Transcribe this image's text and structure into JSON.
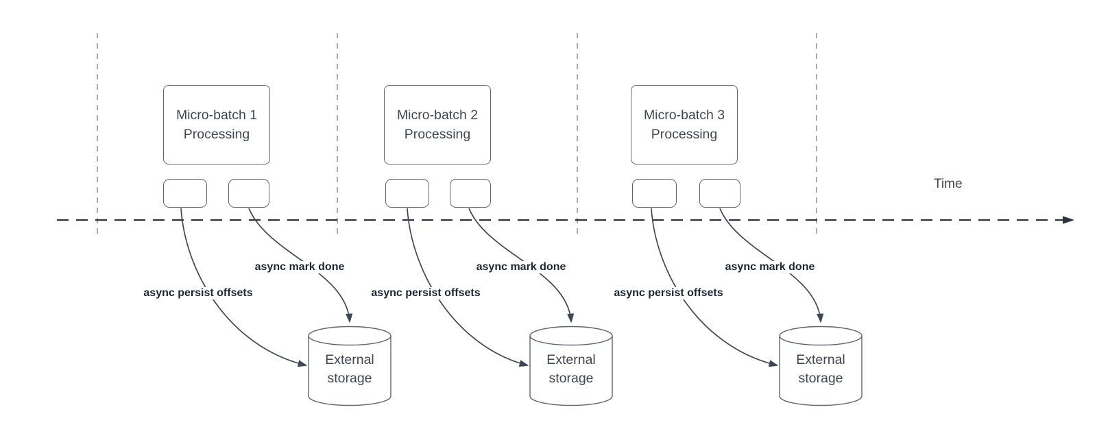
{
  "diagram": {
    "background": "#ffffff",
    "time_axis": {
      "label": "Time"
    },
    "groups": [
      {
        "process_label": "Micro-batch 1\nProcessing",
        "persist_arrow_label": "async persist offsets",
        "done_arrow_label": "async mark done",
        "storage_label": "External\nstorage"
      },
      {
        "process_label": "Micro-batch 2\nProcessing",
        "persist_arrow_label": "async persist offsets",
        "done_arrow_label": "async mark done",
        "storage_label": "External\nstorage"
      },
      {
        "process_label": "Micro-batch 3\nProcessing",
        "persist_arrow_label": "async persist offsets",
        "done_arrow_label": "async mark done",
        "storage_label": "External\nstorage"
      }
    ],
    "colors": {
      "connector": "#3e4753",
      "axis": "#2d333e",
      "guide": "#a9adb2",
      "node_border": "#5f666e",
      "node_text": "#3e4753",
      "edge_label_text": "#1c2531"
    }
  }
}
